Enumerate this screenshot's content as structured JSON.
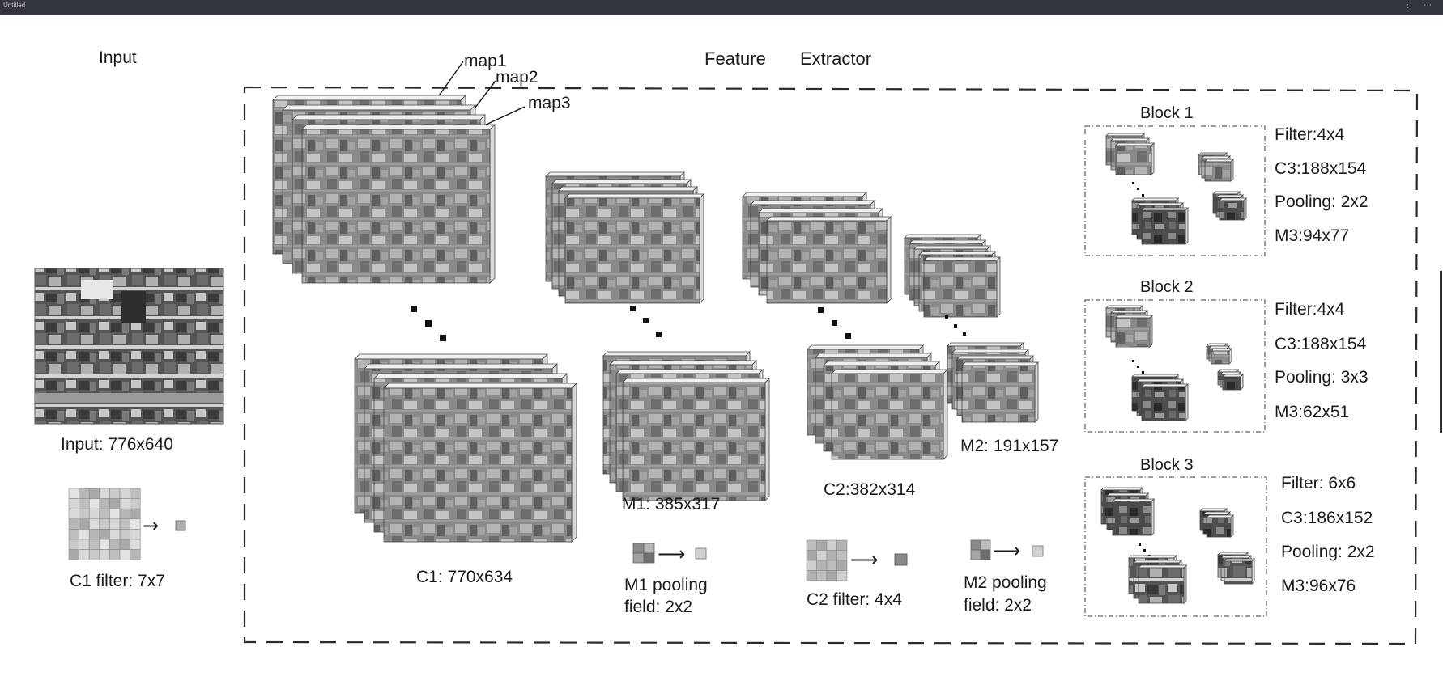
{
  "window": {
    "title": "Untitled",
    "controls": [
      "⋮",
      "⋯"
    ]
  },
  "headings": {
    "input": "Input",
    "feature": "Feature",
    "extractor": "Extractor"
  },
  "maps": {
    "map1": "map1",
    "map2": "map2",
    "map3": "map3"
  },
  "stages": {
    "input": "Input: 776x640",
    "c1": "C1:  770x634",
    "m1": "M1: 385x317",
    "c2": "C2:382x314",
    "m2": "M2: 191x157"
  },
  "filters": {
    "c1": "C1 filter: 7x7",
    "m1_line1": "M1 pooling",
    "m1_line2": "field: 2x2",
    "c2": "C2 filter:  4x4",
    "m2_line1": "M2 pooling",
    "m2_line2": "field: 2x2"
  },
  "blocks": [
    {
      "title": "Block 1",
      "filter": "Filter:4x4",
      "c3": "C3:188x154",
      "pooling": "Pooling: 2x2",
      "m3": "M3:94x77"
    },
    {
      "title": "Block 2",
      "filter": "Filter:4x4",
      "c3": "C3:188x154",
      "pooling": "Pooling: 3x3",
      "m3": "M3:62x51"
    },
    {
      "title": "Block 3",
      "filter": "Filter: 6x6",
      "c3": "C3:186x152",
      "pooling": "Pooling: 2x2",
      "m3": "M3:96x76"
    }
  ],
  "colors": {
    "border_dash": "#2a2a2a",
    "map_face": "#8d8d8d",
    "map_edge": "#eeeeee",
    "top_bar": "#33373d"
  }
}
